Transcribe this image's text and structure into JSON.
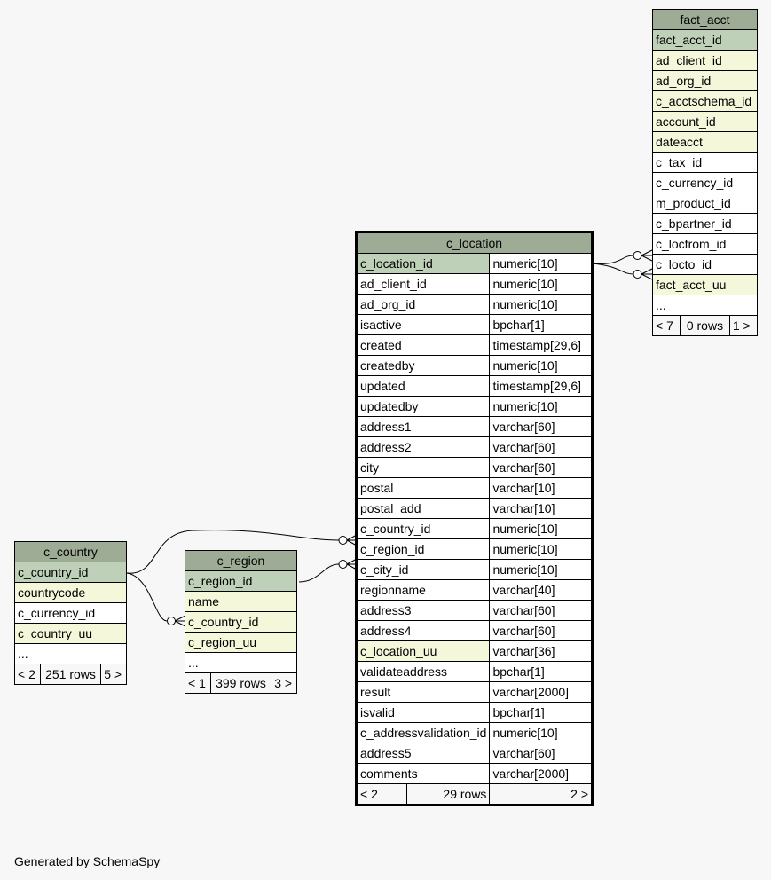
{
  "footer": "Generated by SchemaSpy",
  "fact_acct": {
    "title": "fact_acct",
    "columns": [
      {
        "name": "fact_acct_id",
        "kind": "pk"
      },
      {
        "name": "ad_client_id",
        "kind": "fk"
      },
      {
        "name": "ad_org_id",
        "kind": "fk"
      },
      {
        "name": "c_acctschema_id",
        "kind": "fk"
      },
      {
        "name": "account_id",
        "kind": "fk"
      },
      {
        "name": "dateacct",
        "kind": "fk"
      },
      {
        "name": "c_tax_id",
        "kind": ""
      },
      {
        "name": "c_currency_id",
        "kind": ""
      },
      {
        "name": "m_product_id",
        "kind": ""
      },
      {
        "name": "c_bpartner_id",
        "kind": ""
      },
      {
        "name": "c_locfrom_id",
        "kind": ""
      },
      {
        "name": "c_locto_id",
        "kind": ""
      },
      {
        "name": "fact_acct_uu",
        "kind": "fk"
      },
      {
        "name": "...",
        "kind": ""
      }
    ],
    "foot": [
      "< 7",
      "0 rows",
      "1 >"
    ]
  },
  "c_location": {
    "title": "c_location",
    "columns": [
      {
        "name": "c_location_id",
        "type": "numeric[10]",
        "kind": "pk"
      },
      {
        "name": "ad_client_id",
        "type": "numeric[10]",
        "kind": ""
      },
      {
        "name": "ad_org_id",
        "type": "numeric[10]",
        "kind": ""
      },
      {
        "name": "isactive",
        "type": "bpchar[1]",
        "kind": ""
      },
      {
        "name": "created",
        "type": "timestamp[29,6]",
        "kind": ""
      },
      {
        "name": "createdby",
        "type": "numeric[10]",
        "kind": ""
      },
      {
        "name": "updated",
        "type": "timestamp[29,6]",
        "kind": ""
      },
      {
        "name": "updatedby",
        "type": "numeric[10]",
        "kind": ""
      },
      {
        "name": "address1",
        "type": "varchar[60]",
        "kind": ""
      },
      {
        "name": "address2",
        "type": "varchar[60]",
        "kind": ""
      },
      {
        "name": "city",
        "type": "varchar[60]",
        "kind": ""
      },
      {
        "name": "postal",
        "type": "varchar[10]",
        "kind": ""
      },
      {
        "name": "postal_add",
        "type": "varchar[10]",
        "kind": ""
      },
      {
        "name": "c_country_id",
        "type": "numeric[10]",
        "kind": ""
      },
      {
        "name": "c_region_id",
        "type": "numeric[10]",
        "kind": ""
      },
      {
        "name": "c_city_id",
        "type": "numeric[10]",
        "kind": ""
      },
      {
        "name": "regionname",
        "type": "varchar[40]",
        "kind": ""
      },
      {
        "name": "address3",
        "type": "varchar[60]",
        "kind": ""
      },
      {
        "name": "address4",
        "type": "varchar[60]",
        "kind": ""
      },
      {
        "name": "c_location_uu",
        "type": "varchar[36]",
        "kind": "fk"
      },
      {
        "name": "validateaddress",
        "type": "bpchar[1]",
        "kind": ""
      },
      {
        "name": "result",
        "type": "varchar[2000]",
        "kind": ""
      },
      {
        "name": "isvalid",
        "type": "bpchar[1]",
        "kind": ""
      },
      {
        "name": "c_addressvalidation_id",
        "type": "numeric[10]",
        "kind": ""
      },
      {
        "name": "address5",
        "type": "varchar[60]",
        "kind": ""
      },
      {
        "name": "comments",
        "type": "varchar[2000]",
        "kind": ""
      }
    ],
    "foot": [
      "< 2",
      "29 rows",
      "2 >"
    ]
  },
  "c_country": {
    "title": "c_country",
    "columns": [
      {
        "name": "c_country_id",
        "kind": "pk"
      },
      {
        "name": "countrycode",
        "kind": "fk"
      },
      {
        "name": "c_currency_id",
        "kind": ""
      },
      {
        "name": "c_country_uu",
        "kind": "fk"
      },
      {
        "name": "...",
        "kind": ""
      }
    ],
    "foot": [
      "< 2",
      "251 rows",
      "5 >"
    ]
  },
  "c_region": {
    "title": "c_region",
    "columns": [
      {
        "name": "c_region_id",
        "kind": "pk"
      },
      {
        "name": "name",
        "kind": "fk"
      },
      {
        "name": "c_country_id",
        "kind": "fk"
      },
      {
        "name": "c_region_uu",
        "kind": "fk"
      },
      {
        "name": "...",
        "kind": ""
      }
    ],
    "foot": [
      "< 1",
      "399 rows",
      "3 >"
    ]
  }
}
